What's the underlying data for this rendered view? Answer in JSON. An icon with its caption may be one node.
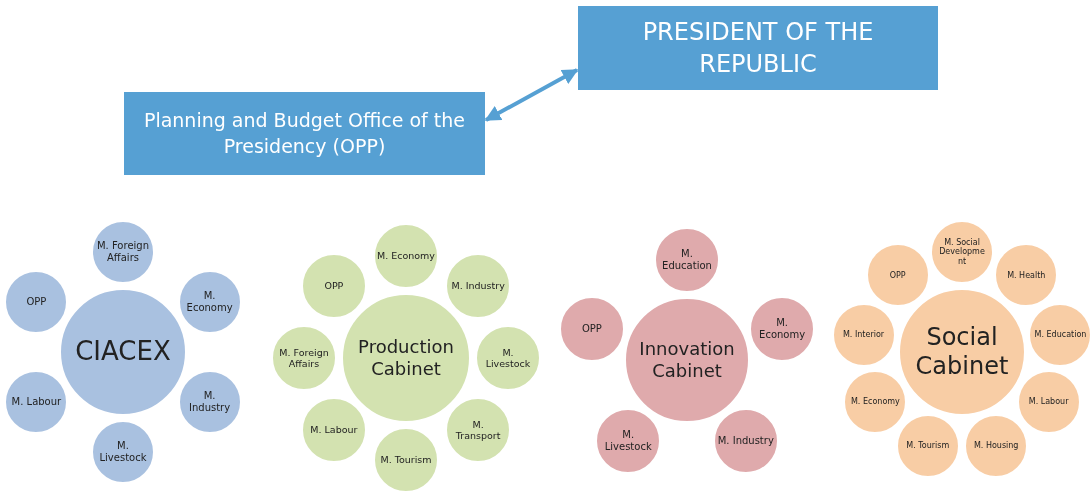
{
  "diagram": {
    "nodes": [
      {
        "text": [
          "PRESIDENT OF THE REPUBLIC"
        ]
      },
      {
        "text": [
          "Planning and Budget Office of the Presidency (OPP)"
        ]
      },
      {
        "text": [
          "CIACEX"
        ]
      },
      {
        "text": [
          "M. Foreign Affairs"
        ]
      },
      {
        "text": [
          "M. Economy"
        ]
      },
      {
        "text": [
          "M. Industry"
        ]
      },
      {
        "text": [
          "M. Livestock"
        ]
      },
      {
        "text": [
          "M. Labour"
        ]
      },
      {
        "text": [
          "OPP"
        ]
      },
      {
        "text": [
          "Production Cabinet"
        ]
      },
      {
        "text": [
          "M. Economy"
        ]
      },
      {
        "text": [
          "M. Industry"
        ]
      },
      {
        "text": [
          "M. Livestock"
        ]
      },
      {
        "text": [
          "M. Transport"
        ]
      },
      {
        "text": [
          "M. Tourism"
        ]
      },
      {
        "text": [
          "M. Labour"
        ]
      },
      {
        "text": [
          "M. Foreign Affairs"
        ]
      },
      {
        "text": [
          "OPP"
        ]
      },
      {
        "text": [
          "Innovation Cabinet"
        ]
      },
      {
        "text": [
          "M. Education"
        ]
      },
      {
        "text": [
          "M. Economy"
        ]
      },
      {
        "text": [
          "M. Industry"
        ]
      },
      {
        "text": [
          "M. Livestock"
        ]
      },
      {
        "text": [
          "OPP"
        ]
      },
      {
        "text": [
          "Social Cabinet"
        ]
      },
      {
        "text": [
          "M. Social Developme nt"
        ]
      },
      {
        "text": [
          "M. Health"
        ]
      },
      {
        "text": [
          "M. Education"
        ]
      },
      {
        "text": [
          "M. Labour"
        ]
      },
      {
        "text": [
          "M. Housing"
        ]
      },
      {
        "text": [
          "M. Tourism"
        ]
      },
      {
        "text": [
          "M. Economy"
        ]
      },
      {
        "text": [
          "M. Interior"
        ]
      },
      {
        "text": [
          "OPP"
        ]
      }
    ],
    "edges": [
      {
        "from": 1,
        "to": 0,
        "arrow": "both"
      }
    ]
  }
}
